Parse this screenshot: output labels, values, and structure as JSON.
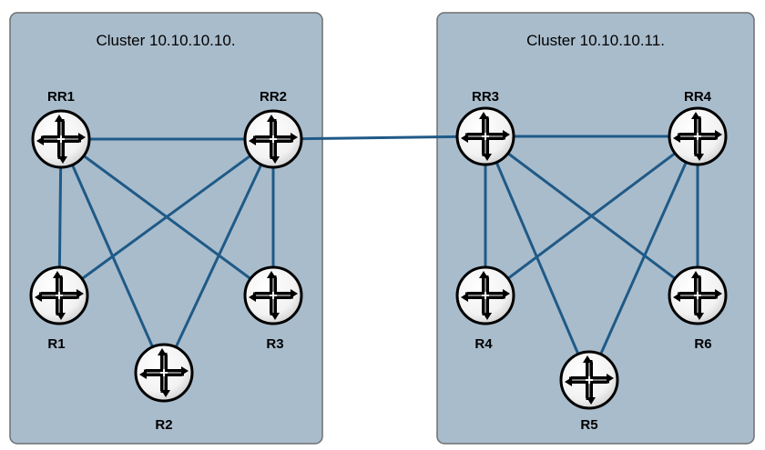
{
  "colors": {
    "page_background": "#ffffff",
    "cluster_fill": "#a9bccc",
    "cluster_border": "#6e6e6e",
    "link": "#1f5a87",
    "router_body": "#ffffff",
    "router_outline": "#000000"
  },
  "clusters": [
    {
      "id": "cluster-a",
      "title": "Cluster 10.10.10.10."
    },
    {
      "id": "cluster-b",
      "title": "Cluster 10.10.10.11."
    }
  ],
  "routers": [
    {
      "id": "RR1",
      "label": "RR1",
      "role": "route-reflector",
      "icon": "router-icon"
    },
    {
      "id": "RR2",
      "label": "RR2",
      "role": "route-reflector",
      "icon": "router-icon"
    },
    {
      "id": "R1",
      "label": "R1",
      "role": "client",
      "icon": "router-icon"
    },
    {
      "id": "R2",
      "label": "R2",
      "role": "client",
      "icon": "router-icon"
    },
    {
      "id": "R3",
      "label": "R3",
      "role": "client",
      "icon": "router-icon"
    },
    {
      "id": "RR3",
      "label": "RR3",
      "role": "route-reflector",
      "icon": "router-icon"
    },
    {
      "id": "RR4",
      "label": "RR4",
      "role": "route-reflector",
      "icon": "router-icon"
    },
    {
      "id": "R4",
      "label": "R4",
      "role": "client",
      "icon": "router-icon"
    },
    {
      "id": "R5",
      "label": "R5",
      "role": "client",
      "icon": "router-icon"
    },
    {
      "id": "R6",
      "label": "R6",
      "role": "client",
      "icon": "router-icon"
    }
  ],
  "links": [
    [
      "RR1",
      "RR2"
    ],
    [
      "RR1",
      "R1"
    ],
    [
      "RR1",
      "R2"
    ],
    [
      "RR1",
      "R3"
    ],
    [
      "RR2",
      "R1"
    ],
    [
      "RR2",
      "R2"
    ],
    [
      "RR2",
      "R3"
    ],
    [
      "RR2",
      "RR3"
    ],
    [
      "RR3",
      "RR4"
    ],
    [
      "RR3",
      "R4"
    ],
    [
      "RR3",
      "R5"
    ],
    [
      "RR3",
      "R6"
    ],
    [
      "RR4",
      "R4"
    ],
    [
      "RR4",
      "R5"
    ],
    [
      "RR4",
      "R6"
    ]
  ]
}
